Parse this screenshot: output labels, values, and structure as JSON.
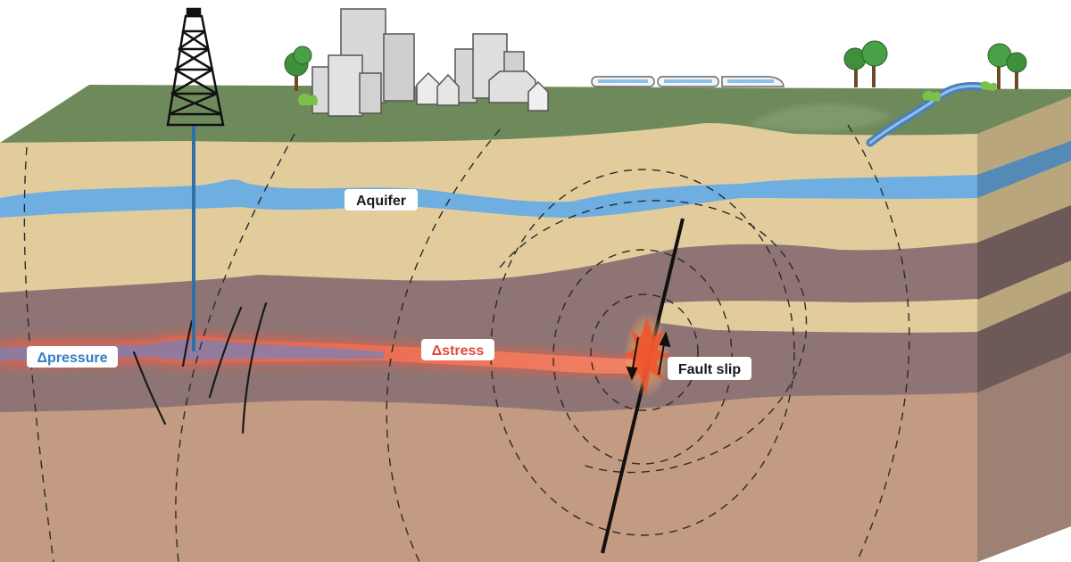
{
  "labels": {
    "aquifer": "Aquifer",
    "pressure": "Δpressure",
    "stress": "Δstress",
    "fault_slip": "Fault slip"
  },
  "colors": {
    "surface": "#6e8a5a",
    "sand": "#e2cc9c",
    "shale": "#8e7474",
    "basement": "#c39a82",
    "aquifer": "#6eaee0",
    "pressure_text": "#2f7fc0",
    "stress_text": "#e24a3c",
    "stress_glow": "#f26a4a"
  }
}
